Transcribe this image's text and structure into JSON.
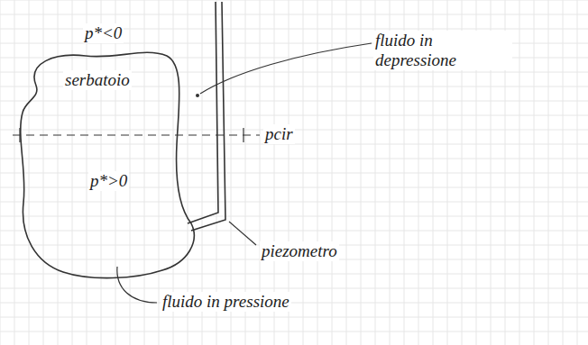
{
  "diagram": {
    "labels": [
      "p*<0",
      "serbatoio",
      "fluido in depressione",
      "pcir",
      "p*>0",
      "piezometro",
      "fluido in pressione"
    ]
  }
}
